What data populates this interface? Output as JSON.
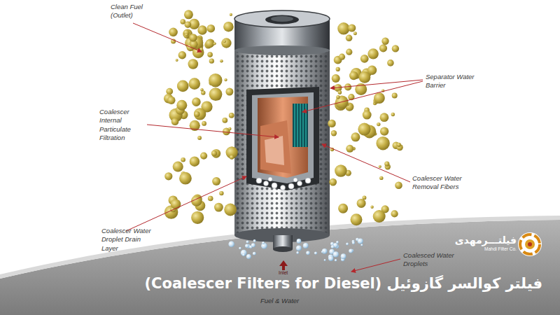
{
  "diagram": {
    "title": "فیلتر کوالسر گازوئیل (Coalescer Filters for Diesel)",
    "labels": [
      "Clean Fuel (Outlet)",
      "Separator Water Barrier",
      "Coalescer Internal Particulate Filtration",
      "Coalescer Water Removal Fibers",
      "Coalescer Water Droplet Drain Layer",
      "Coalesced Water Droplets",
      "Inlet",
      "Fuel & Water",
      "فیلتـــرمهدی",
      "Mahdi Filter Co."
    ]
  }
}
